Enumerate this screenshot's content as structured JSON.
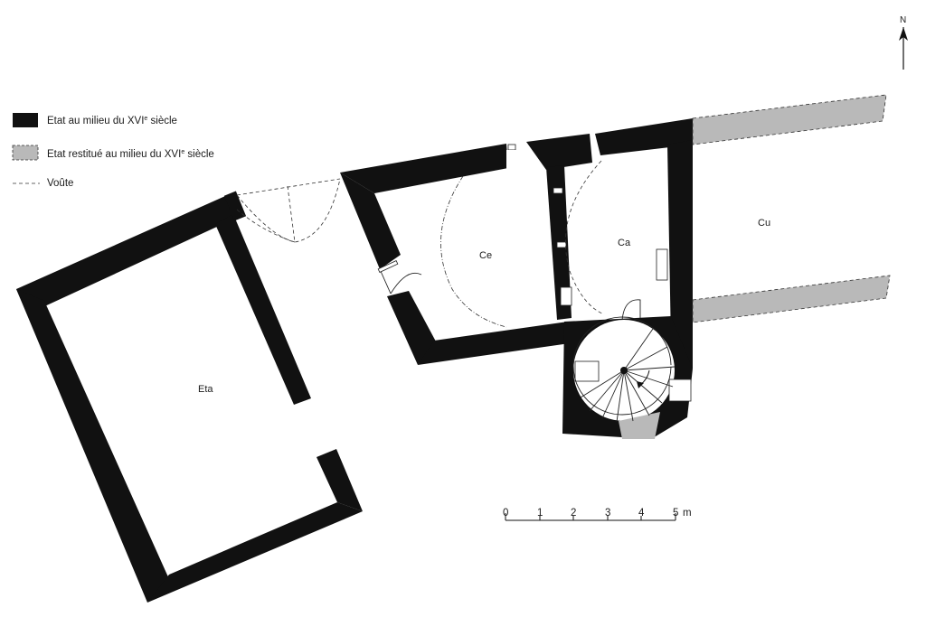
{
  "legend": {
    "items": [
      {
        "label": "Etat au milieu du XVIe siècle",
        "label_main": "Etat au milieu du XVI",
        "label_sup": "e",
        "label_end": " siècle",
        "swatch": "#111111"
      },
      {
        "label": "Etat restitué au milieu du XVIe siècle",
        "label_main": "Etat restitué au milieu du XVI",
        "label_sup": "e",
        "label_end": " siècle",
        "swatch": "#b9b9b9"
      },
      {
        "label": "Voûte",
        "label_main": "Voûte",
        "label_sup": "",
        "label_end": "",
        "swatch": "dashed"
      }
    ]
  },
  "rooms": {
    "eta": "Eta",
    "ce": "Ce",
    "ca": "Ca",
    "cu": "Cu"
  },
  "north": {
    "label": "N"
  },
  "scale": {
    "ticks": [
      "0",
      "1",
      "2",
      "3",
      "4",
      "5"
    ],
    "unit": "m"
  },
  "colors": {
    "wall": "#111111",
    "restored": "#b9b9b9",
    "background": "#ffffff"
  }
}
